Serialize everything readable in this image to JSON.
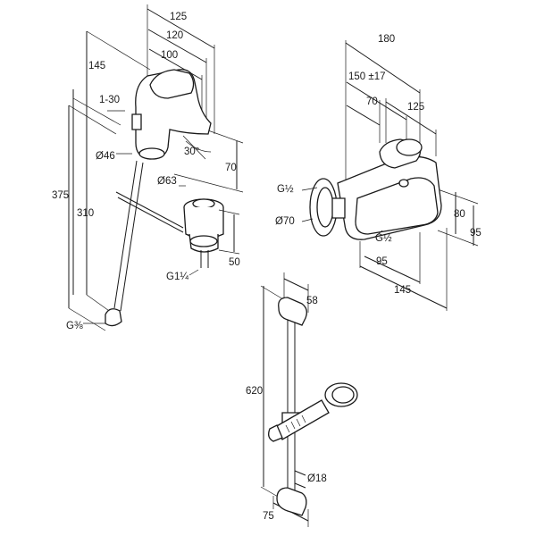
{
  "dims": {
    "basin": {
      "d125": "125",
      "d120": "120",
      "d100": "100",
      "d145": "145",
      "d1_30": "1-30",
      "d30deg": "30°",
      "d46": "Ø46",
      "d70": "70",
      "d63": "Ø63",
      "d375": "375",
      "d310": "310",
      "d50": "50",
      "g114": "G1¼",
      "g38": "G⅜"
    },
    "bath": {
      "d180": "180",
      "d150": "150 ±17",
      "d70": "70",
      "d125": "125",
      "g12a": "G½",
      "d70dia": "Ø70",
      "d80": "80",
      "d95v": "95",
      "g12b": "G½",
      "d95h": "95",
      "d145": "145"
    },
    "shower": {
      "d58": "58",
      "d620": "620",
      "d18": "Ø18",
      "d75": "75"
    }
  },
  "colors": {
    "ink": "#1a1a1a",
    "background": "#ffffff"
  }
}
